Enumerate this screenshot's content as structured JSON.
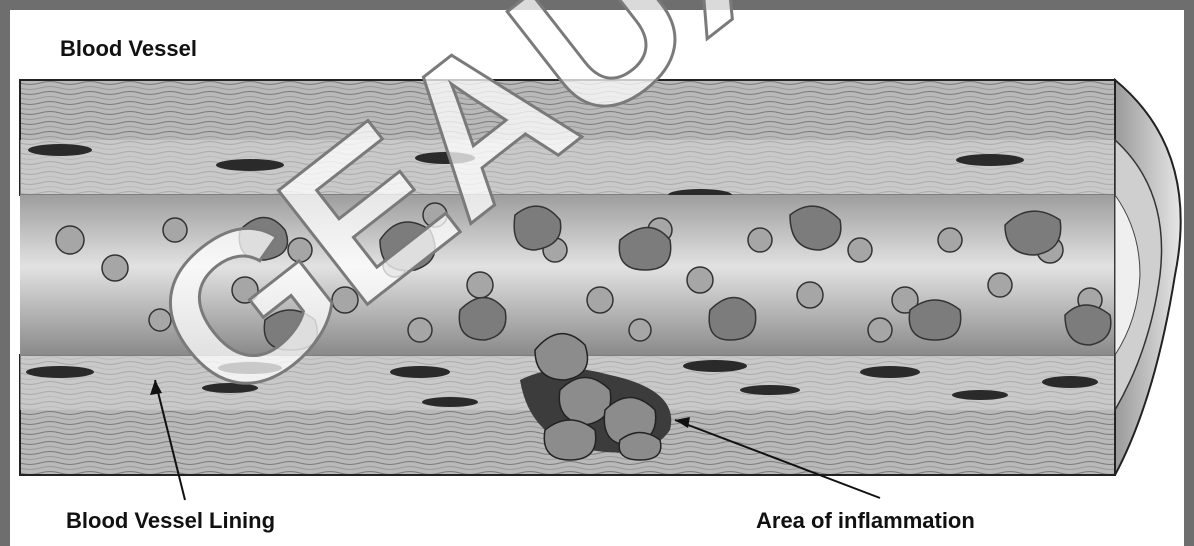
{
  "diagram": {
    "title": "Blood Vessel",
    "labels": {
      "lining": "Blood Vessel Lining",
      "inflammation": "Area of inflammation"
    },
    "watermark": "GEAUX",
    "colors": {
      "frame": "#6e6e6e",
      "wall": "#b4b4b4",
      "lumen": "#c8c8c8",
      "cell": "#8c8c8c",
      "nucleus": "#2a2a2a",
      "inflammation": "#3c3c3c"
    }
  }
}
